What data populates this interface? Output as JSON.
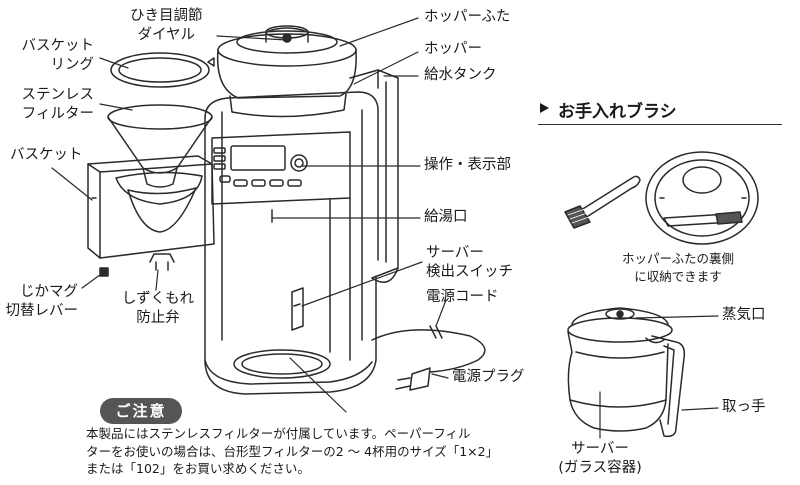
{
  "labels": {
    "grind_dial": [
      "ひき目調節",
      "ダイヤル"
    ],
    "basket_ring": [
      "バスケット",
      "リング"
    ],
    "stainless_filter": [
      "ステンレス",
      "フィルター"
    ],
    "basket": "バスケット",
    "magnet_lever": [
      "じかマグ",
      "切替レバー"
    ],
    "drip_stop_valve": [
      "しずくもれ",
      "防止弁"
    ],
    "hopper_lid": "ホッパーふた",
    "hopper": "ホッパー",
    "water_tank": "給水タンク",
    "control_panel": "操作・表示部",
    "hot_water_outlet": "給湯口",
    "server_sensor_switch": [
      "サーバー",
      "検出スイッチ"
    ],
    "power_cord": "電源コード",
    "power_plug": "電源プラグ",
    "steam_vent": "蒸気口",
    "handle": "取っ手",
    "server": [
      "サーバー",
      "(ガラス容器)"
    ]
  },
  "brush_section": {
    "heading": "お手入れブラシ",
    "caption": [
      "ホッパーふたの裏側",
      "に収納できます"
    ]
  },
  "notice": {
    "badge": "ご注意",
    "lines": [
      "本製品にはステンレスフィルターが付属しています。ペーパーフィル",
      "ターをお使いの場合は、台形型フィルターの2 ～ 4杯用のサイズ「1×2」",
      "または「102」をお買い求めください。"
    ]
  }
}
